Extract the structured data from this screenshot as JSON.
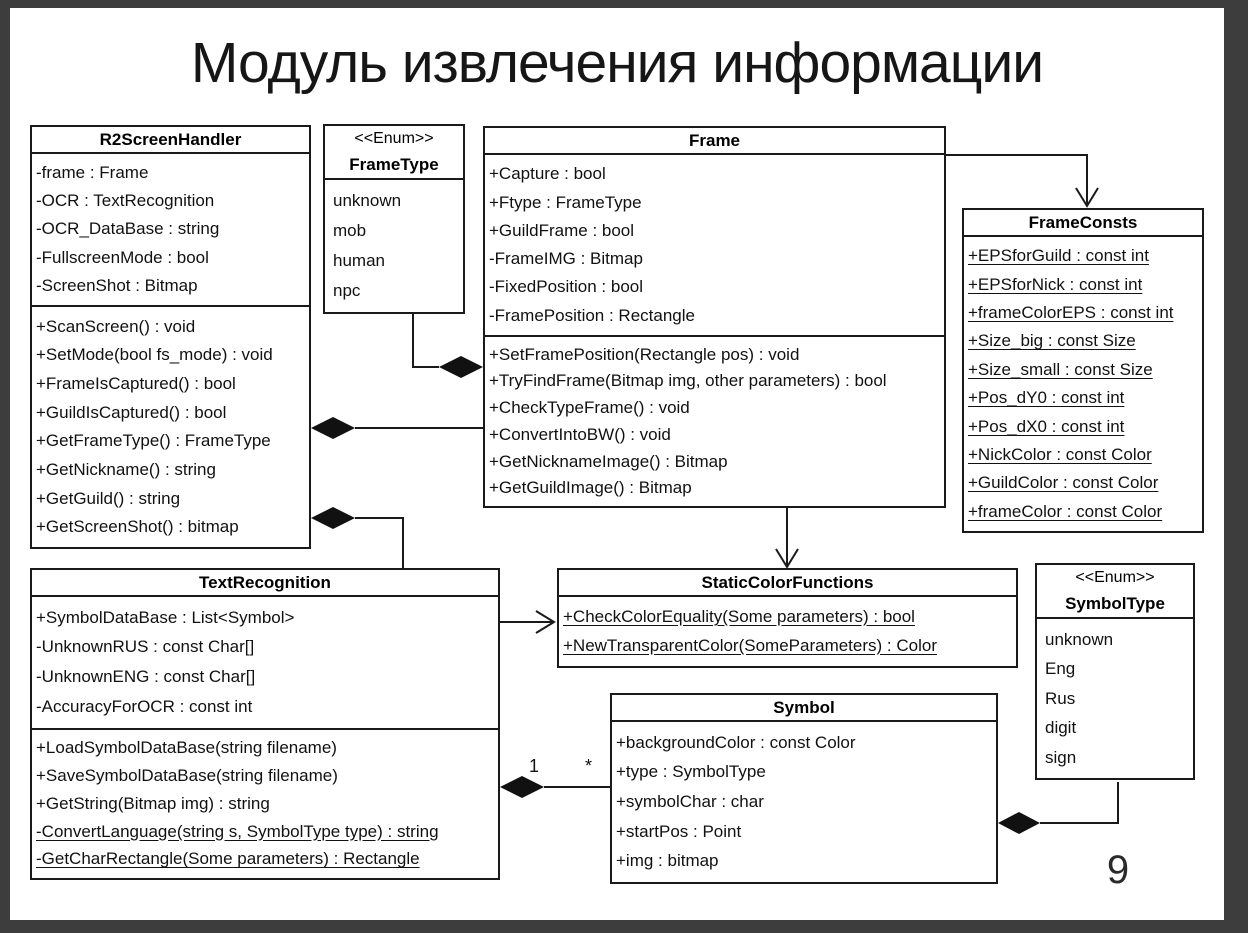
{
  "slide": {
    "title": "Модуль извлечения информации",
    "page_number": "9"
  },
  "uml": {
    "r2": {
      "name": "R2ScreenHandler",
      "attrs": [
        "-frame : Frame",
        "-OCR : TextRecognition",
        "-OCR_DataBase : string",
        "-FullscreenMode : bool",
        "-ScreenShot : Bitmap"
      ],
      "methods": [
        "+ScanScreen() : void",
        "+SetMode(bool fs_mode) : void",
        "+FrameIsCaptured() : bool",
        "+GuildIsCaptured() : bool",
        "+GetFrameType() : FrameType",
        "+GetNickname() : string",
        "+GetGuild() : string",
        "+GetScreenShot() : bitmap"
      ]
    },
    "frametype": {
      "stereotype": "<<Enum>>",
      "name": "FrameType",
      "values": [
        "unknown",
        "mob",
        "human",
        "npc"
      ]
    },
    "frame": {
      "name": "Frame",
      "attrs": [
        "+Capture : bool",
        "+Ftype : FrameType",
        "+GuildFrame : bool",
        "-FrameIMG : Bitmap",
        "-FixedPosition : bool",
        "-FramePosition : Rectangle"
      ],
      "methods": [
        "+SetFramePosition(Rectangle pos) : void",
        "+TryFindFrame(Bitmap img, other parameters) : bool",
        "+CheckTypeFrame() : void",
        "+ConvertIntoBW() : void",
        "+GetNicknameImage() : Bitmap",
        "+GetGuildImage() : Bitmap"
      ]
    },
    "frameconsts": {
      "name": "FrameConsts",
      "attrs": [
        "+EPSforGuild : const int",
        "+EPSforNick : const int",
        "+frameColorEPS : const int",
        "+Size_big : const Size",
        "+Size_small : const Size",
        "+Pos_dY0 : const int",
        "+Pos_dX0 : const int",
        "+NickColor : const Color",
        "+GuildColor : const Color",
        "+frameColor : const Color"
      ]
    },
    "textrec": {
      "name": "TextRecognition",
      "attrs": [
        "+SymbolDataBase : List<Symbol>",
        "-UnknownRUS : const Char[]",
        "-UnknownENG : const Char[]",
        "-AccuracyForOCR : const int"
      ],
      "methods": [
        "+LoadSymbolDataBase(string filename)",
        "+SaveSymbolDataBase(string filename)",
        "+GetString(Bitmap img) : string",
        "-ConvertLanguage(string s, SymbolType type) : string",
        "-GetCharRectangle(Some parameters) : Rectangle"
      ]
    },
    "staticcolor": {
      "name": "StaticColorFunctions",
      "methods": [
        "+CheckColorEquality(Some parameters) : bool",
        "+NewTransparentColor(SomeParameters) : Color"
      ]
    },
    "symboltype": {
      "stereotype": "<<Enum>>",
      "name": "SymbolType",
      "values": [
        "unknown",
        "Eng",
        "Rus",
        "digit",
        "sign"
      ]
    },
    "symbol": {
      "name": "Symbol",
      "attrs": [
        "+backgroundColor : const Color",
        "+type : SymbolType",
        "+symbolChar : char",
        "+startPos : Point",
        "+img : bitmap"
      ]
    },
    "relations": {
      "mult_one": "1",
      "mult_many": "*"
    }
  },
  "colors": {
    "line": "#1a1a1a",
    "background": "#ffffff",
    "frame_border": "#3d3d3d"
  }
}
